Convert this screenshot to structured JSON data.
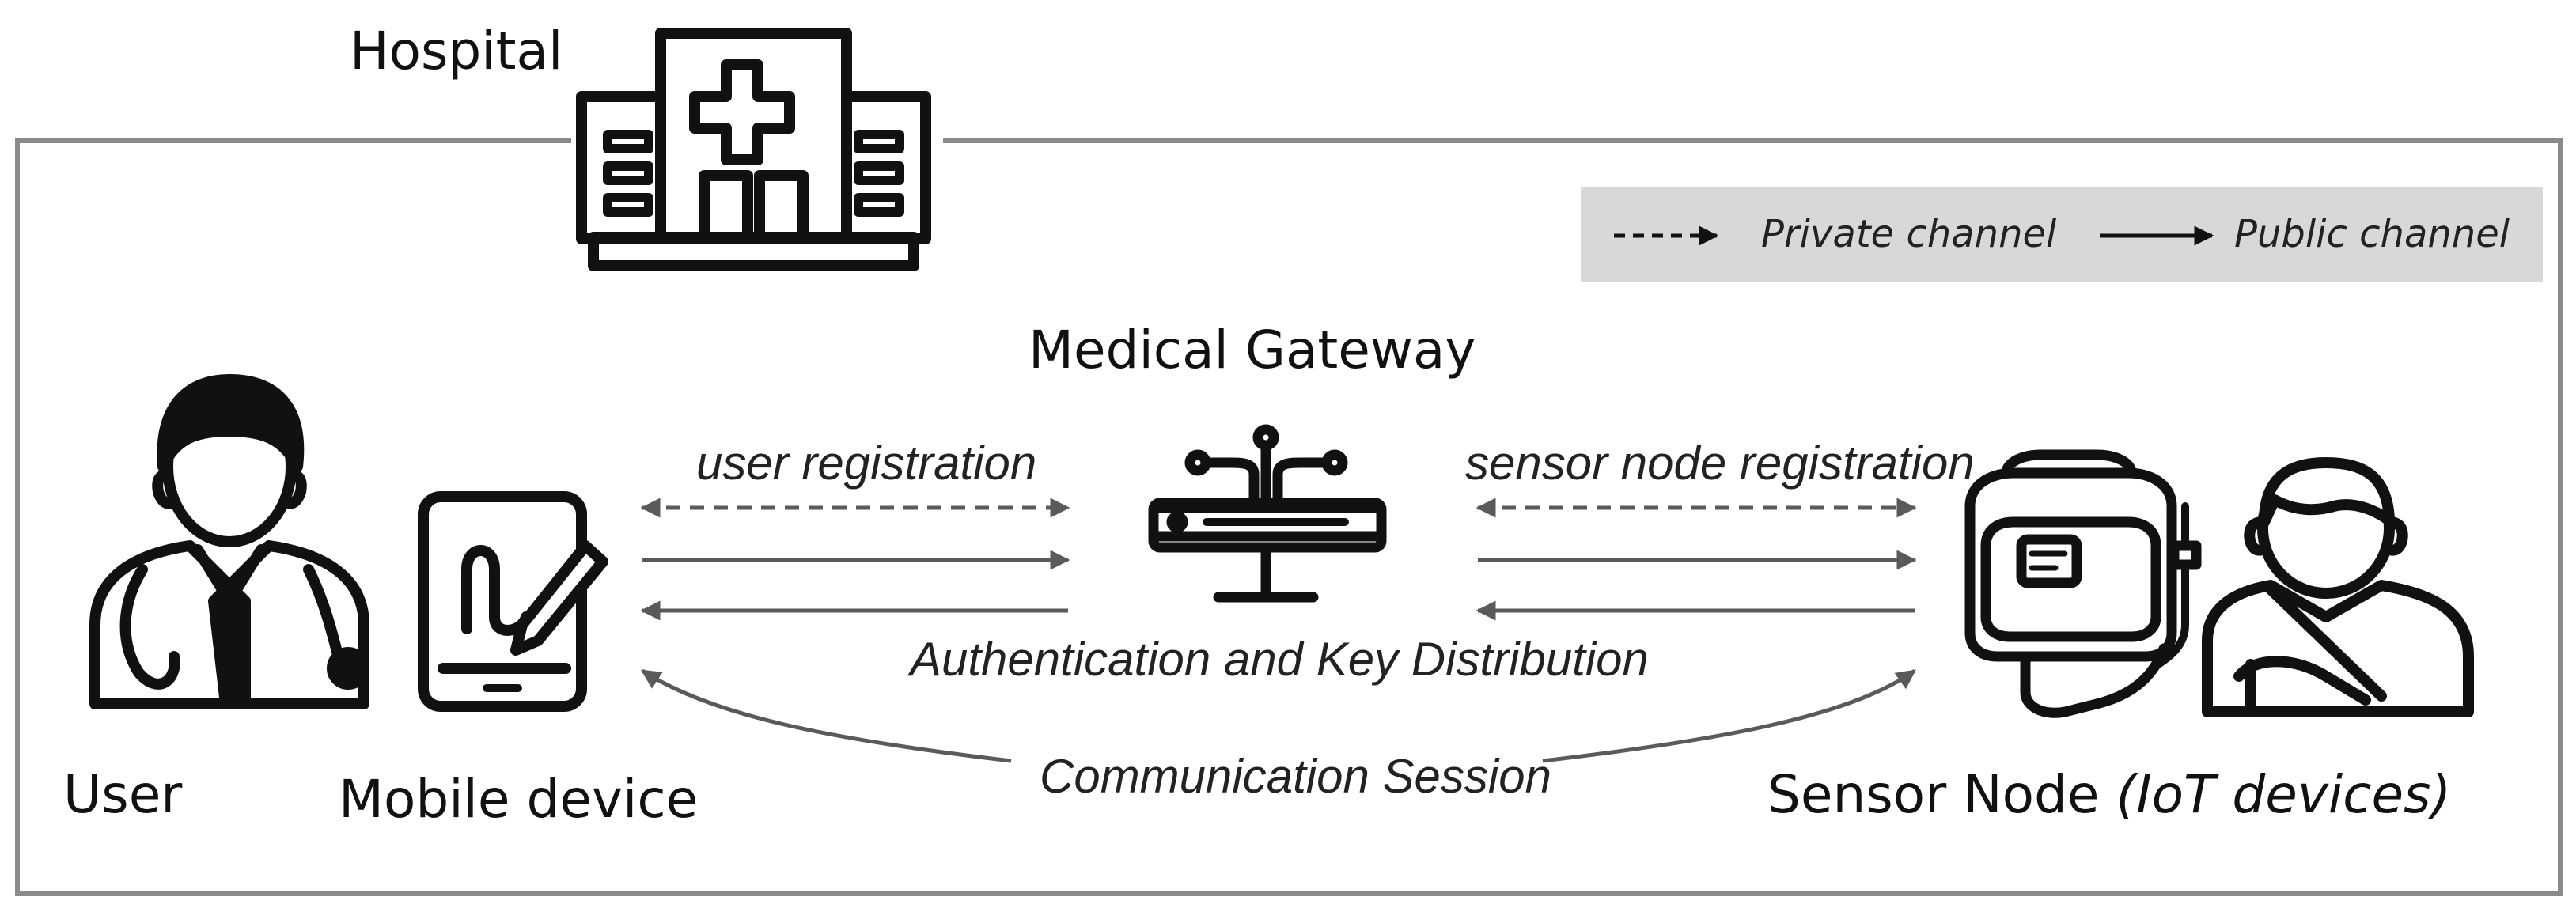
{
  "labels": {
    "hospital": "Hospital",
    "gateway": "Medical Gateway",
    "user": "User",
    "mobile": "Mobile device",
    "sensor_node": "Sensor Node ",
    "sensor_node_italic": "(IoT devices)",
    "user_registration": "user registration",
    "sensor_registration": "sensor node registration",
    "auth": "Authentication and Key Distribution",
    "session": "Communication Session"
  },
  "legend": {
    "private": "Private channel",
    "public": "Public channel"
  },
  "colors": {
    "frame": "#8a8a8a",
    "arrow": "#5a5a5a",
    "icon": "#111111",
    "legend_bg": "#d8d8d8"
  },
  "icons": [
    "hospital-icon",
    "doctor-icon",
    "tablet-icon",
    "router-icon",
    "sensor-device-icon",
    "patient-icon"
  ]
}
